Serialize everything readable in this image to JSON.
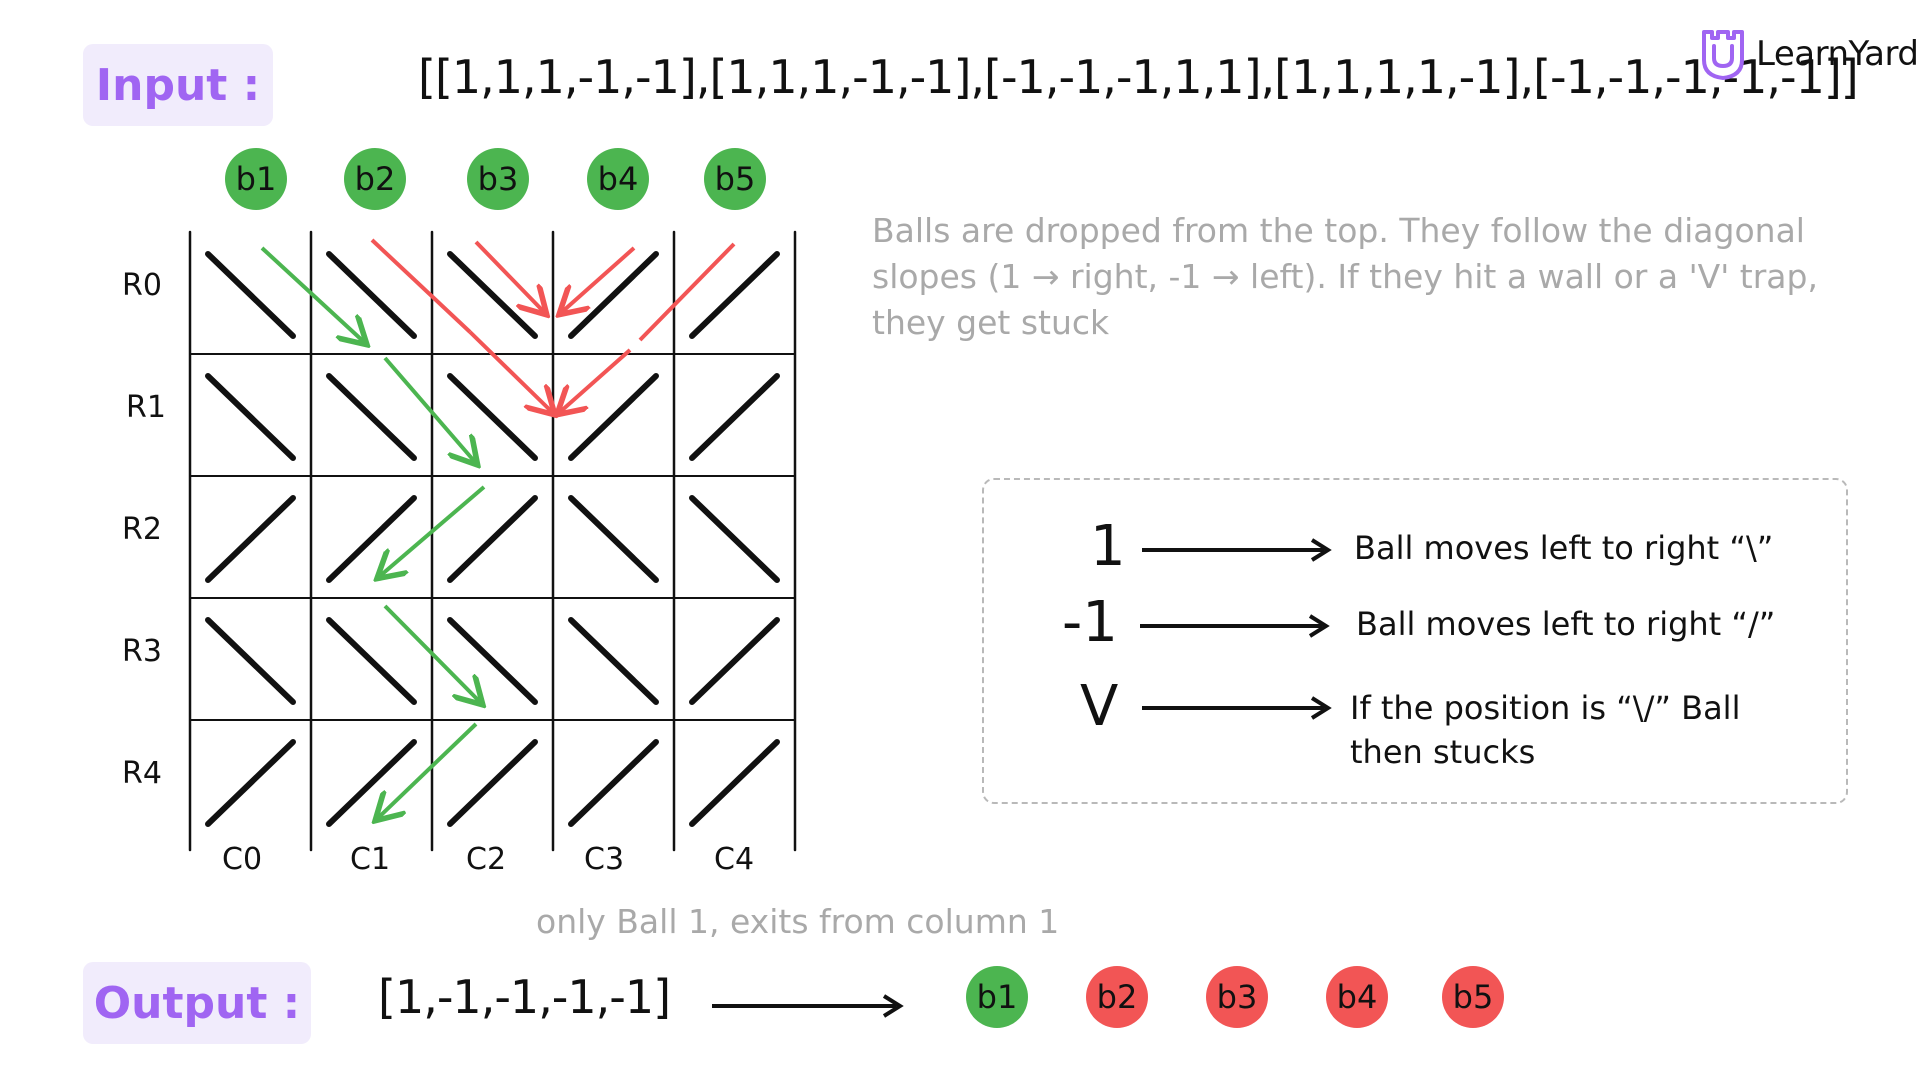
{
  "input": {
    "label": "Input :",
    "value": "[[1,1,1,-1,-1],[1,1,1,-1,-1],[-1,-1,-1,1,1],[1,1,1,1,-1],[-1,-1,-1,-1,-1]]"
  },
  "logo": {
    "text": "LearnYard"
  },
  "balls_top": [
    {
      "label": "b1",
      "color": "#4cb550"
    },
    {
      "label": "b2",
      "color": "#4cb550"
    },
    {
      "label": "b3",
      "color": "#4cb550"
    },
    {
      "label": "b4",
      "color": "#4cb550"
    },
    {
      "label": "b5",
      "color": "#4cb550"
    }
  ],
  "grid": {
    "rows": [
      "R0",
      "R1",
      "R2",
      "R3",
      "R4"
    ],
    "cols": [
      "C0",
      "C1",
      "C2",
      "C3",
      "C4"
    ],
    "cells": [
      [
        1,
        1,
        1,
        -1,
        -1
      ],
      [
        1,
        1,
        1,
        -1,
        -1
      ],
      [
        -1,
        -1,
        -1,
        1,
        1
      ],
      [
        1,
        1,
        1,
        1,
        -1
      ],
      [
        -1,
        -1,
        -1,
        -1,
        -1
      ]
    ]
  },
  "description": "Balls are dropped from the top. They follow the diagonal slopes (1 → right, -1 → left). If they hit a wall or a 'V' trap, they get stuck",
  "legend": {
    "items": [
      {
        "key": "1",
        "text": "Ball moves left to right “\\”"
      },
      {
        "key": "-1",
        "text": "Ball moves left to right “/”"
      },
      {
        "key": "V",
        "text": "If the position is “\\/” Ball then stucks"
      }
    ]
  },
  "note": "only Ball 1, exits from column 1",
  "output": {
    "label": "Output :",
    "value": "[1,-1,-1,-1,-1]"
  },
  "balls_bottom": [
    {
      "label": "b1",
      "color": "#4cb550"
    },
    {
      "label": "b2",
      "color": "#f25555"
    },
    {
      "label": "b3",
      "color": "#f25555"
    },
    {
      "label": "b4",
      "color": "#f25555"
    },
    {
      "label": "b5",
      "color": "#f25555"
    }
  ],
  "colors": {
    "accent": "#a065f2",
    "success": "#4cb550",
    "stuck": "#f25555"
  }
}
